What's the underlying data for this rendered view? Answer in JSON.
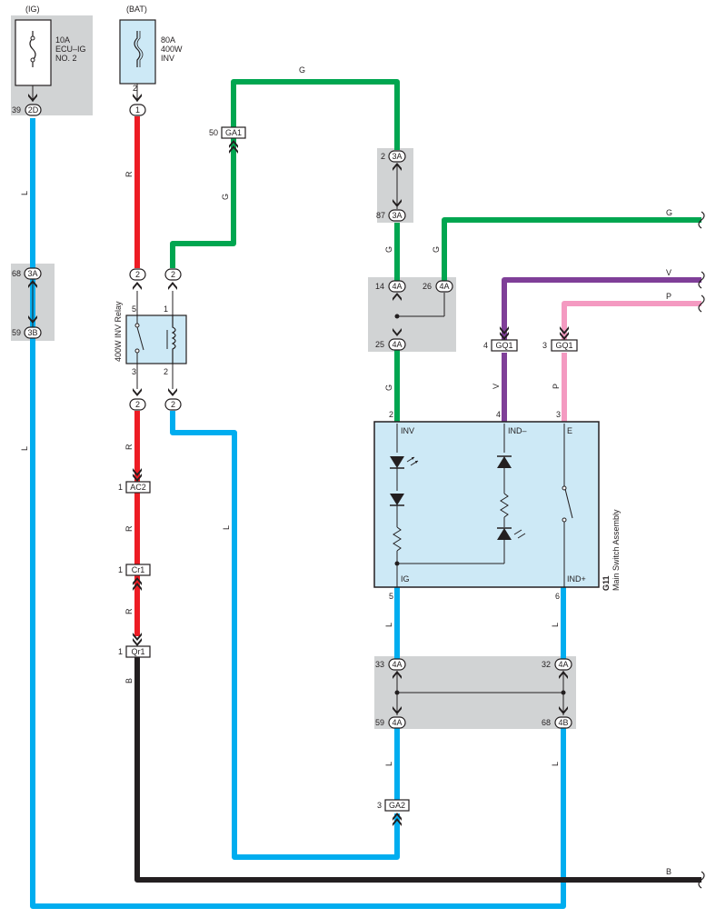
{
  "power_sources": {
    "ig": {
      "label": "(IG)",
      "fuse_lines": [
        "10A",
        "ECU–IG",
        "NO. 2"
      ]
    },
    "bat": {
      "label": "(BAT)",
      "fuse_lines": [
        "80A",
        "400W",
        "INV"
      ]
    }
  },
  "wire_colors": {
    "L": "#00adef",
    "R": "#ed1c24",
    "G": "#00a650",
    "B": "#231f20",
    "V": "#7f3f98",
    "P": "#f49ac1"
  },
  "wire_labels": {
    "l": "L",
    "r": "R",
    "g": "G",
    "b": "B",
    "v": "V",
    "p": "P"
  },
  "connectors": {
    "c2d": {
      "pin": "39",
      "code": "2D"
    },
    "c1_bat": {
      "pin": "2",
      "code": "1"
    },
    "c3a_left": {
      "pin": "68",
      "code": "3A"
    },
    "c3b_left": {
      "pin": "59",
      "code": "3B"
    },
    "relay_p5": {
      "pin": "5",
      "code": "2"
    },
    "relay_p1": {
      "pin": "1",
      "code": "2"
    },
    "relay_p3": {
      "pin": "3",
      "code": "2"
    },
    "relay_p2": {
      "pin": "2",
      "code": "2"
    },
    "ga1": {
      "pin": "50",
      "code": "GA1"
    },
    "ac2": {
      "pin": "1",
      "code": "AC2"
    },
    "cr1": {
      "pin": "1",
      "code": "Cr1"
    },
    "qr1": {
      "pin": "1",
      "code": "Qr1"
    },
    "c3a_top": {
      "pin": "2",
      "code": "3A"
    },
    "c3a_bot": {
      "pin": "87",
      "code": "3A"
    },
    "c4a_14": {
      "pin": "14",
      "code": "4A"
    },
    "c4a_26": {
      "pin": "26",
      "code": "4A"
    },
    "c4a_25": {
      "pin": "25",
      "code": "4A"
    },
    "gq1_4": {
      "pin": "4",
      "code": "GQ1"
    },
    "gq1_3": {
      "pin": "3",
      "code": "GQ1"
    },
    "c4a_33": {
      "pin": "33",
      "code": "4A"
    },
    "c4a_32": {
      "pin": "32",
      "code": "4A"
    },
    "c4a_59": {
      "pin": "59",
      "code": "4A"
    },
    "c4b_68": {
      "pin": "68",
      "code": "4B"
    },
    "ga2": {
      "pin": "3",
      "code": "GA2"
    }
  },
  "relay": {
    "name": "400W INV Relay"
  },
  "main_switch": {
    "id": "G11",
    "name": "Main Switch Assembly",
    "terminals": {
      "inv": "INV",
      "ind_minus": "IND–",
      "e": "E",
      "ig": "IG",
      "ind_plus": "IND+"
    },
    "pins": {
      "inv": "2",
      "ind_minus": "4",
      "e": "3",
      "ig": "5",
      "ind_plus": "6"
    }
  }
}
